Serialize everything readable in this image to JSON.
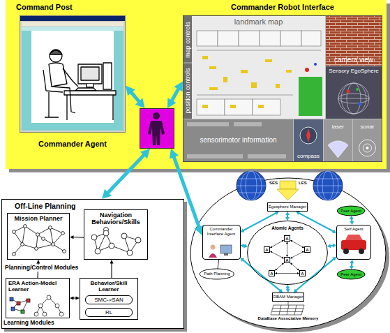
{
  "diagram": {
    "nodes": [
      {
        "text": [
          "Command Post"
        ]
      },
      {
        "text": [
          "Commander Robot Interface"
        ]
      },
      {
        "text": [
          "map controls"
        ],
        "in": 1
      },
      {
        "text": [
          "landmark map"
        ],
        "in": 1
      },
      {
        "text": [
          "camera view"
        ],
        "in": 1
      },
      {
        "text": [
          "position controls"
        ],
        "in": 1
      },
      {
        "text": [
          "Sensory EgoSphere"
        ],
        "in": 1
      },
      {
        "text": [
          "sensorimotor information"
        ],
        "in": 1
      },
      {
        "text": [
          "compass"
        ],
        "in": 1
      },
      {
        "text": [
          "laser"
        ],
        "in": 1
      },
      {
        "text": [
          "sonar"
        ],
        "in": 1
      },
      {
        "text": [
          "Commander Agent"
        ]
      },
      {
        "text": [
          "Off-Line Planning"
        ]
      },
      {
        "text": [
          "Mission Planner"
        ],
        "in": 12
      },
      {
        "text": [
          "Navigation Behaviors/Skills"
        ],
        "in": 12
      },
      {
        "text": [
          "ERA Action-Model Learner"
        ],
        "in": 12
      },
      {
        "text": [
          "Behavior/Skill Learner"
        ],
        "in": 12
      },
      {
        "text": [
          "SMC->SAN"
        ],
        "in": 16
      },
      {
        "text": [
          "RL"
        ],
        "in": 16
      },
      {
        "text": [
          "Egosphere Manager"
        ]
      },
      {
        "text": [
          "Peer Agent"
        ]
      },
      {
        "text": [
          "Commander Interface Agent"
        ]
      },
      {
        "text": [
          "Atomic Agents"
        ]
      },
      {
        "text": [
          "A"
        ],
        "in": 22
      },
      {
        "text": [
          "A"
        ],
        "in": 22
      },
      {
        "text": [
          "A"
        ],
        "in": 22
      },
      {
        "text": [
          "A"
        ],
        "in": 22
      },
      {
        "text": [
          "A"
        ],
        "in": 22
      },
      {
        "text": [
          "A"
        ],
        "in": 22
      },
      {
        "text": [
          "Self Agent"
        ]
      },
      {
        "text": [
          "Path Planning"
        ]
      },
      {
        "text": [
          "Peer Agent"
        ]
      },
      {
        "text": [
          "DBAM Manager"
        ]
      }
    ],
    "edges": [
      {
        "from": 0,
        "to": 11,
        "arrow": "both"
      },
      {
        "from": 1,
        "to": 11,
        "arrow": "both"
      },
      {
        "from": 11,
        "to": 12,
        "arrow": "both"
      },
      {
        "from": 11,
        "to": 21,
        "arrow": "both"
      },
      {
        "from": 15,
        "to": 13,
        "arrow": "to"
      },
      {
        "from": 16,
        "to": 14,
        "arrow": "to"
      },
      {
        "from": 14,
        "to": 13,
        "arrow": "to"
      },
      {
        "from": 15,
        "to": 16,
        "arrow": "both"
      },
      {
        "from": 19,
        "to": 21,
        "arrow": "both"
      },
      {
        "from": 19,
        "to": 22,
        "arrow": "both"
      },
      {
        "from": 19,
        "to": 29,
        "arrow": "both"
      },
      {
        "from": 21,
        "to": 22,
        "arrow": "both"
      },
      {
        "from": 22,
        "to": 29,
        "arrow": "both"
      },
      {
        "from": 32,
        "to": 21,
        "arrow": "both"
      },
      {
        "from": 32,
        "to": 22,
        "arrow": "both"
      },
      {
        "from": 32,
        "to": 29,
        "arrow": "both"
      },
      {
        "from": 29,
        "to": 20,
        "arrow": "both"
      },
      {
        "from": 29,
        "to": 31,
        "arrow": "both"
      },
      {
        "from": 21,
        "to": 30,
        "arrow": "none"
      },
      {
        "from": 23,
        "to": 24,
        "arrow": "both"
      },
      {
        "from": 23,
        "to": 25,
        "arrow": "both"
      },
      {
        "from": 23,
        "to": 26,
        "arrow": "both"
      },
      {
        "from": 24,
        "to": 26,
        "arrow": "both"
      },
      {
        "from": 25,
        "to": 26,
        "arrow": "both"
      },
      {
        "from": 26,
        "to": 27,
        "arrow": "both"
      },
      {
        "from": 26,
        "to": 28,
        "arrow": "both"
      },
      {
        "from": 27,
        "to": 28,
        "arrow": "both"
      }
    ],
    "labels": [
      "Planning/Control Modules",
      "Learning Modules",
      "SES",
      "LES",
      "DataBase Associative Memory"
    ]
  }
}
